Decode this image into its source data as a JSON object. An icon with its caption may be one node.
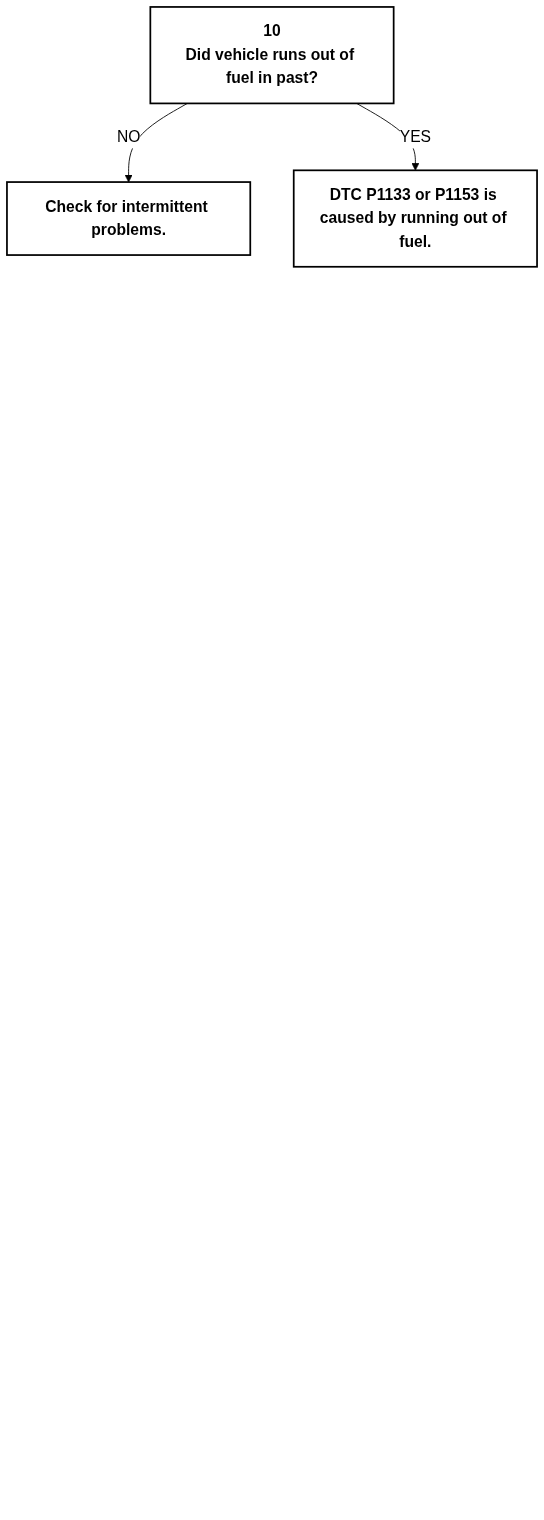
{
  "diagram": {
    "nodes": [
      {
        "text": [
          "10",
          "Did vehicle runs out of fuel in past?"
        ]
      },
      {
        "text": [
          "Check for intermittent problems."
        ]
      },
      {
        "text": [
          "DTC P1133 or P1153 is caused by running out of fuel."
        ]
      }
    ],
    "edges": [
      {
        "from": 0,
        "to": 1,
        "arrow": "to",
        "label": "NO"
      },
      {
        "from": 0,
        "to": 2,
        "arrow": "to",
        "label": "YES"
      }
    ]
  }
}
